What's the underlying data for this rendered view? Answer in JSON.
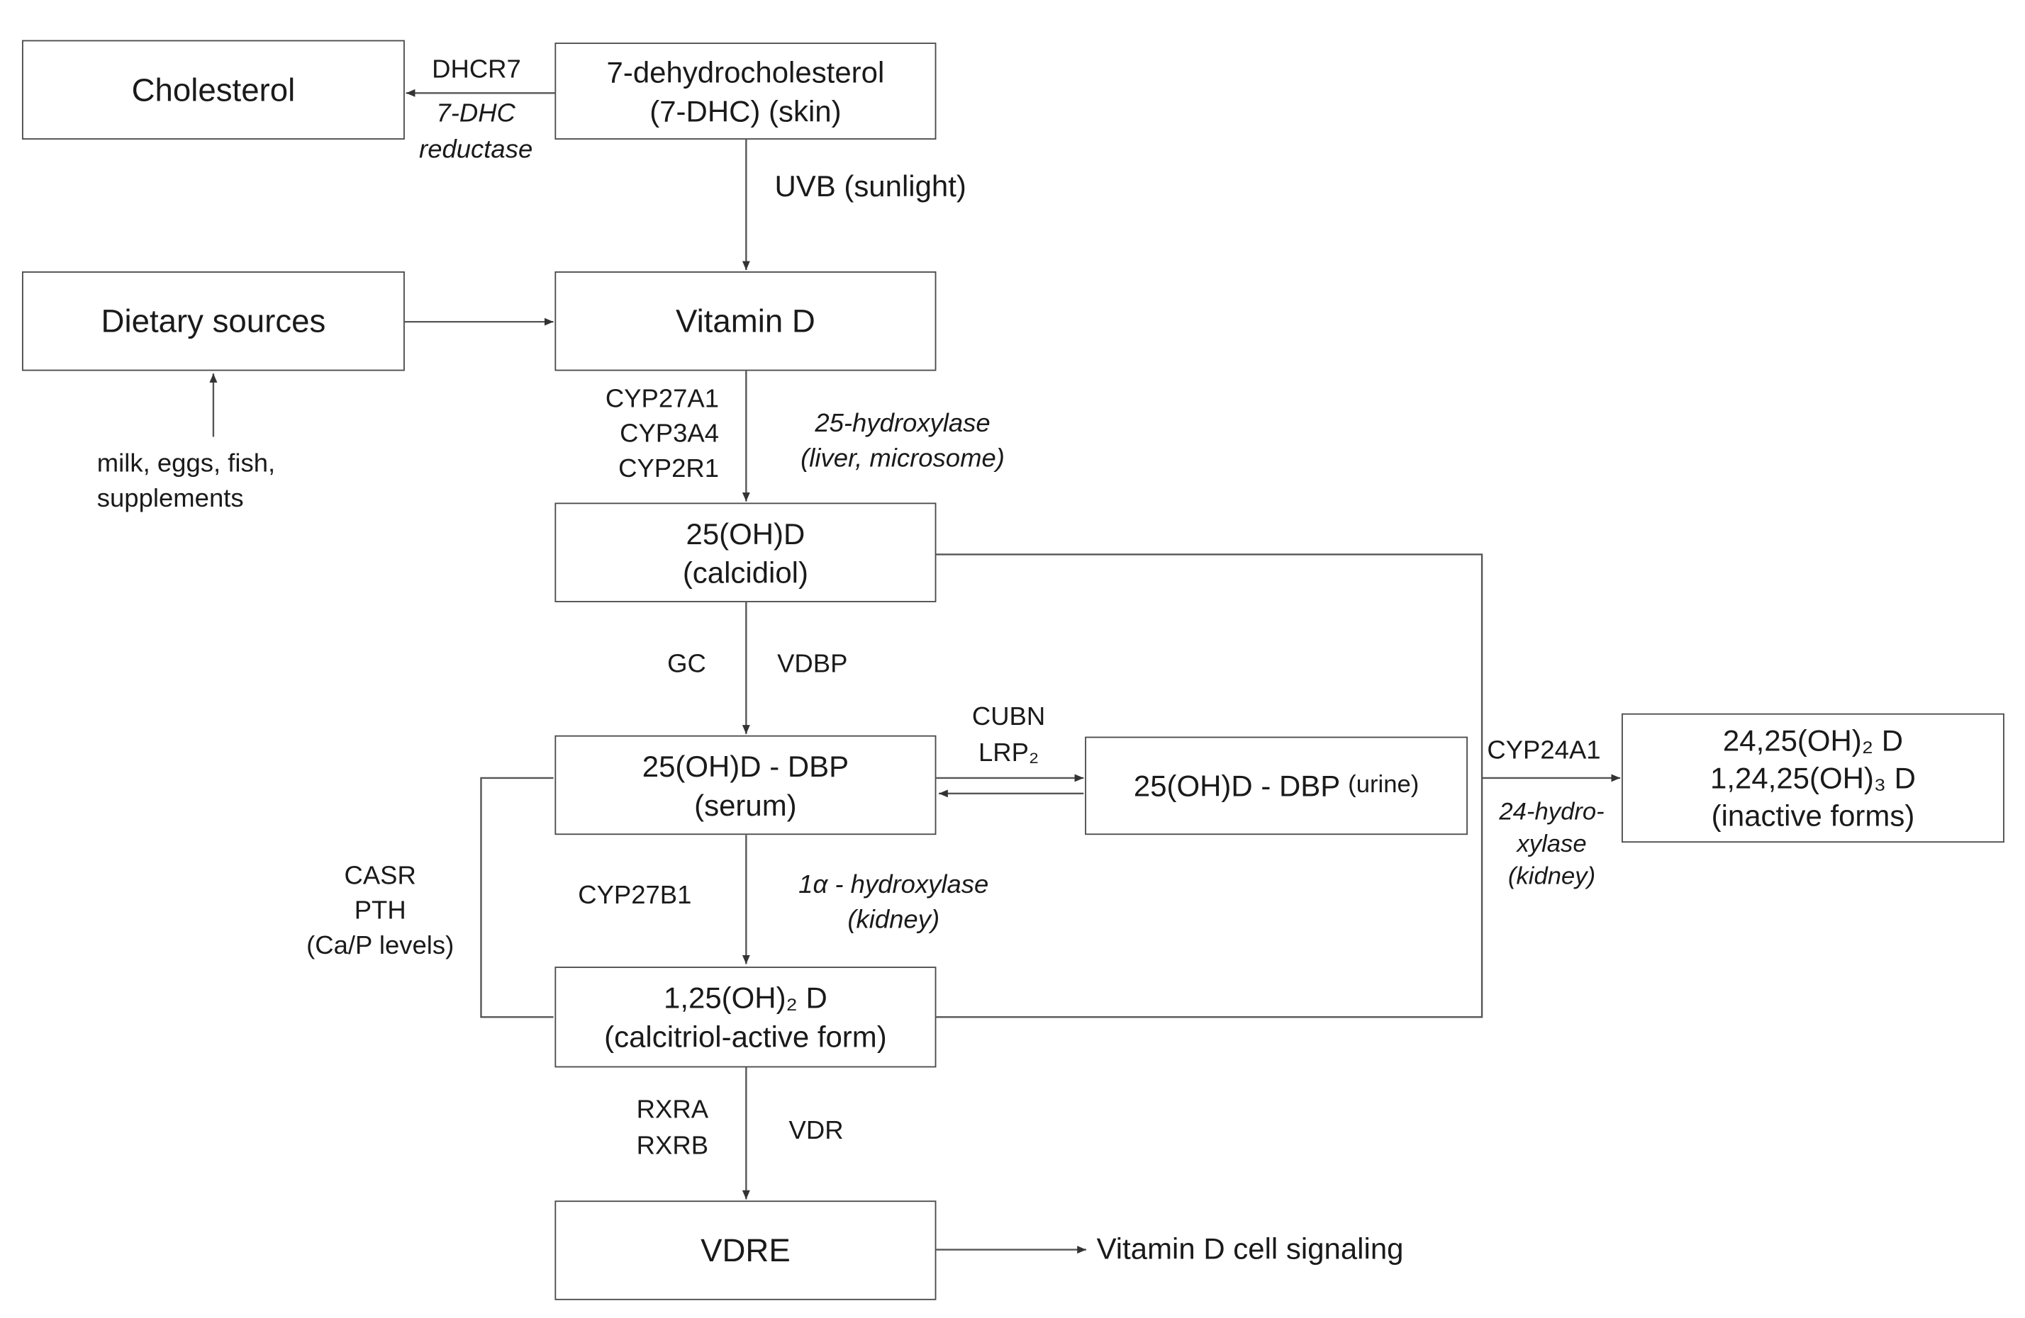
{
  "boxes": {
    "cholesterol": "Cholesterol",
    "seven_dhc": {
      "line1": "7-dehydrocholesterol",
      "line2": "(7-DHC) (skin)"
    },
    "dietary": "Dietary sources",
    "vitamin_d": "Vitamin D",
    "calcidiol": {
      "line1": "25(OH)D",
      "line2": "(calcidiol)"
    },
    "dbp_serum": {
      "line1": "25(OH)D - DBP",
      "line2": "(serum)"
    },
    "dbp_urine": {
      "main": "25(OH)D - DBP",
      "suffix": "(urine)"
    },
    "inactive": {
      "line1": "24,25(OH)₂ D",
      "line2": "1,24,25(OH)₃ D",
      "line3": "(inactive forms)"
    },
    "calcitriol": {
      "line1": "1,25(OH)₂ D",
      "line2": "(calcitriol-active form)"
    },
    "vdre": "VDRE"
  },
  "labels": {
    "dhcr7": "DHCR7",
    "reductase": {
      "line1": "7-DHC",
      "line2": "reductase"
    },
    "uvb": "UVB (sunlight)",
    "food": {
      "line1": "milk, eggs, fish,",
      "line2": "supplements"
    },
    "cyp_genes": {
      "line1": "CYP27A1",
      "line2": "CYP3A4",
      "line3": "CYP2R1"
    },
    "hydroxylase25": {
      "line1": "25-hydroxylase",
      "line2": "(liver, microsome)"
    },
    "gc": "GC",
    "vdbp": "VDBP",
    "cubn": {
      "line1": "CUBN",
      "line2": "LRP₂"
    },
    "cyp24a1": "CYP24A1",
    "hydroxylase24": {
      "line1": "24-hydro-",
      "line2": "xylase",
      "line3": "(kidney)"
    },
    "casr": {
      "line1": "CASR",
      "line2": "PTH",
      "line3": "(Ca/P levels)"
    },
    "cyp27b1": "CYP27B1",
    "hydroxylase1a": {
      "line1": "1α - hydroxylase",
      "line2": "(kidney)"
    },
    "rxr": {
      "line1": "RXRA",
      "line2": "RXRB"
    },
    "vdr": "VDR",
    "signaling": "Vitamin D cell signaling"
  }
}
